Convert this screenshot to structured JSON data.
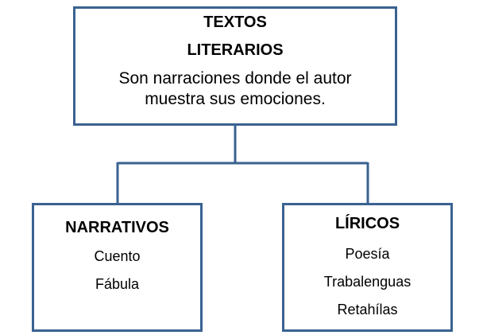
{
  "root": {
    "title_line1": "TEXTOS",
    "title_line2": "LITERARIOS",
    "description_line1": "Son narraciones donde el autor",
    "description_line2": "muestra sus emociones."
  },
  "left": {
    "title": "NARRATIVOS",
    "items": [
      "Cuento",
      "Fábula"
    ]
  },
  "right": {
    "title": "LÍRICOS",
    "items": [
      "Poesía",
      "Trabalenguas",
      "Retahílas"
    ]
  },
  "colors": {
    "border": "#3a6291",
    "connector": "#3a6291",
    "text": "#000000",
    "background": "#ffffff"
  }
}
